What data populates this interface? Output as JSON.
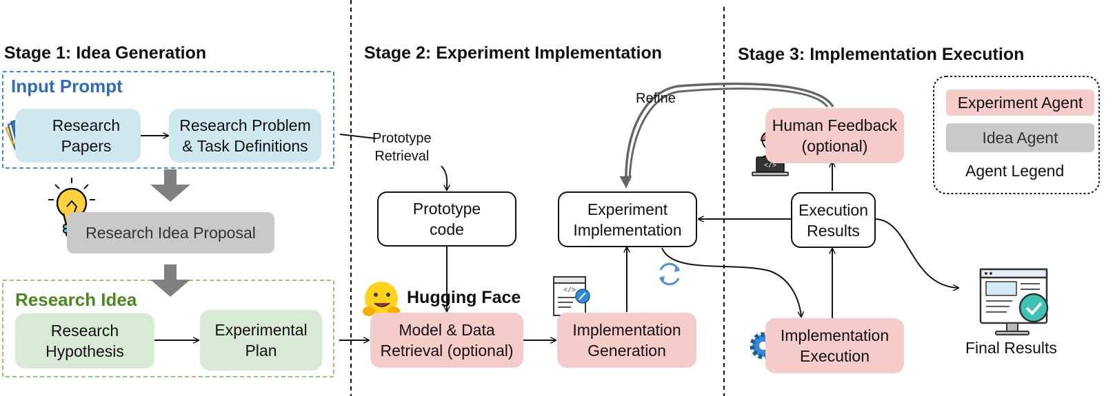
{
  "stages": {
    "s1": "Stage 1: Idea Generation",
    "s2": "Stage 2: Experiment Implementation",
    "s3": "Stage 3: Implementation Execution"
  },
  "groups": {
    "input_prompt": "Input Prompt",
    "research_idea": "Research Idea"
  },
  "nodes": {
    "research_papers": [
      "Research",
      "Papers"
    ],
    "research_problem": [
      "Research Problem",
      "& Task Definitions"
    ],
    "idea_proposal": "Research Idea Proposal",
    "hypothesis": [
      "Research",
      "Hypothesis"
    ],
    "plan": [
      "Experimental",
      "Plan"
    ],
    "prototype_code": [
      "Prototype",
      "code"
    ],
    "model_retrieval": [
      "Model & Data",
      "Retrieval (optional)"
    ],
    "impl_generation": [
      "Implementation",
      "Generation"
    ],
    "experiment_impl": [
      "Experiment",
      "Implementation"
    ],
    "execution_results": [
      "Execution",
      "Results"
    ],
    "human_feedback": [
      "Human Feedback",
      "(optional)"
    ],
    "impl_execution": [
      "Implementation",
      "Execution"
    ],
    "final_results": "Final Results"
  },
  "edge_labels": {
    "prototype_retrieval": [
      "Prototype",
      "Retrieval"
    ],
    "refine": "Refine"
  },
  "logo": {
    "hugging_face": "Hugging Face"
  },
  "legend": {
    "experiment_agent": "Experiment Agent",
    "idea_agent": "Idea Agent",
    "title": "Agent Legend"
  },
  "colors": {
    "input_blue": "#3b8fe8",
    "idea_green": "#5a8f2a",
    "experiment_agent": "#f6cccb",
    "idea_agent": "#c9c9c9"
  }
}
